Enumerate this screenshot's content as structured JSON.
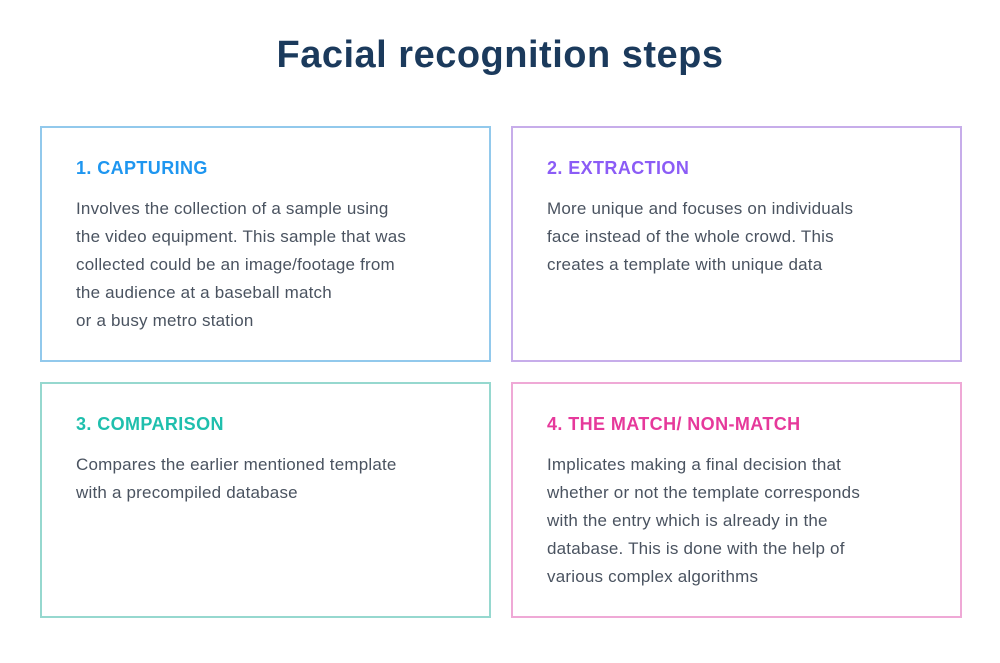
{
  "page": {
    "title": "Facial recognition steps",
    "title_color": "#1B3A5C",
    "background_color": "#FFFFFF",
    "body_text_color": "#4A5360"
  },
  "steps": [
    {
      "heading": "1. CAPTURING",
      "body": "Involves the collection of a sample using\nthe video equipment. This sample that was\ncollected could be an image/footage from\nthe audience at a baseball match\nor a busy metro station",
      "accent_color": "#1E96F0",
      "border_color": "#92C9EC"
    },
    {
      "heading": "2. EXTRACTION",
      "body": "More unique and focuses on individuals\nface instead of the whole crowd. This\ncreates a template with unique data",
      "accent_color": "#8B5CF6",
      "border_color": "#C7ADEA"
    },
    {
      "heading": "3. COMPARISON",
      "body": "Compares the earlier mentioned template\nwith a precompiled database",
      "accent_color": "#1FBFAD",
      "border_color": "#96D8CF"
    },
    {
      "heading": "4. THE MATCH/ NON-MATCH",
      "body": "Implicates making a final decision that\nwhether or not the template corresponds\nwith the entry which is already in the\ndatabase. This is done with the help of\nvarious complex algorithms",
      "accent_color": "#E6399B",
      "border_color": "#EFA9D6"
    }
  ]
}
